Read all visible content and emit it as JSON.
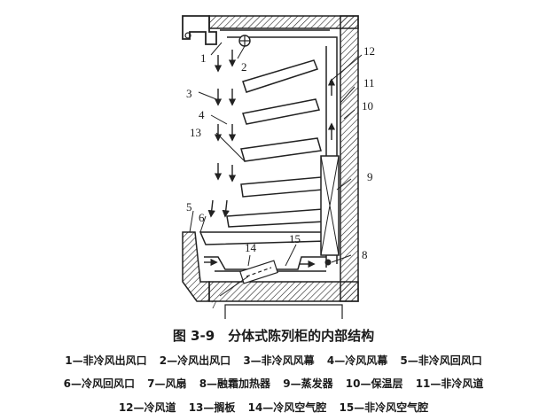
{
  "figure": {
    "caption": "图 3-9　分体式陈列柜的内部结构",
    "callouts": [
      "1",
      "2",
      "3",
      "4",
      "5",
      "6",
      "7",
      "8",
      "9",
      "10",
      "11",
      "12",
      "13",
      "14",
      "15"
    ]
  },
  "legend": {
    "row1": [
      "1—非冷风出风口",
      "2—冷风出风口",
      "3—非冷风风幕",
      "4—冷风风幕",
      "5—非冷风回风口"
    ],
    "row2": [
      "6—冷风回风口",
      "7—风扇",
      "8—融霜加热器",
      "9—蒸发器",
      "10—保温层",
      "11—非冷风道"
    ],
    "row3": [
      "12—冷风道",
      "13—搁板",
      "14—冷风空气腔",
      "15—非冷风空气腔"
    ]
  }
}
